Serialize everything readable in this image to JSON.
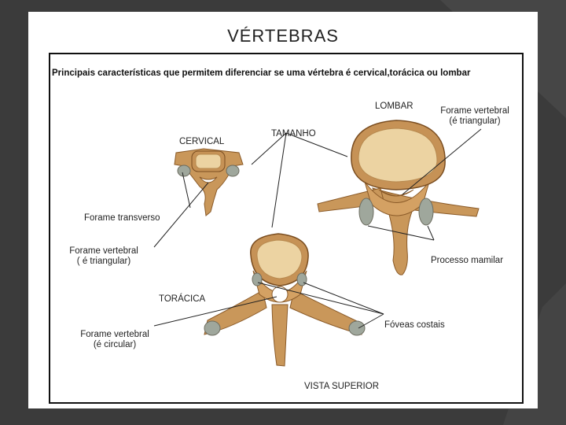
{
  "slide": {
    "title": "VÉRTEBRAS",
    "subtitle": "Principais características que permitem diferenciar se uma vértebra é cervical,torácica ou lombar"
  },
  "labels": {
    "lombar": "LOMBAR",
    "cervical": "CERVICAL",
    "tamanho": "TAMANHO",
    "forame_vertebral_lombar_1": "Forame vertebral",
    "forame_vertebral_lombar_2": "(é triangular)",
    "forame_transverso": "Forame transverso",
    "forame_vertebral_cervical_1": "Forame vertebral",
    "forame_vertebral_cervical_2": "( é triangular)",
    "processo_mamilar": "Processo mamilar",
    "toracica": "TORÁCICA",
    "forame_vertebral_toracica_1": "Forame vertebral",
    "forame_vertebral_toracica_2": "(é circular)",
    "foveas_costais": "Fóveas costais",
    "vista_superior": "VISTA SUPERIOR"
  },
  "colors": {
    "background": "#3b3b3b",
    "bone": "#d7a86a",
    "bone_dark": "#9a6a34",
    "bone_light": "#efd7a8",
    "cartilage": "#a9b0a6"
  }
}
